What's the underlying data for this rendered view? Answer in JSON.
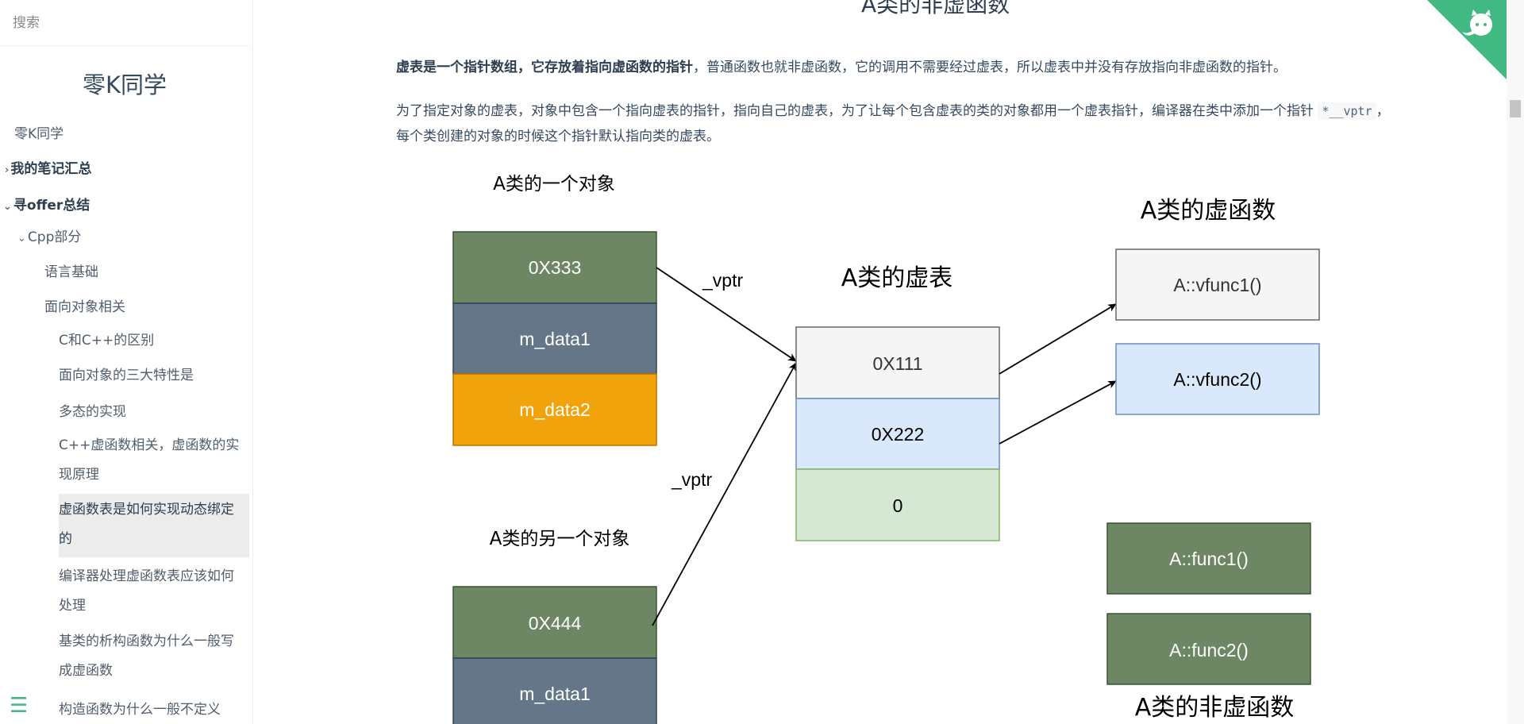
{
  "sidebar": {
    "search_placeholder": "搜索",
    "app_name": "零K同学",
    "items": [
      {
        "label": "零K同学"
      },
      {
        "label": "我的笔记汇总"
      },
      {
        "label": "寻offer总结"
      },
      {
        "label": "Cpp部分"
      },
      {
        "label": "语言基础"
      },
      {
        "label": "面向对象相关"
      },
      {
        "label": "C和C++的区别"
      },
      {
        "label": "面向对象的三大特性是"
      },
      {
        "label": "多态的实现"
      },
      {
        "label": "C++虚函数相关，虚函数的实现原理"
      },
      {
        "label": "虚函数表是如何实现动态绑定的"
      },
      {
        "label": "编译器处理虚函数表应该如何处理"
      },
      {
        "label": "基类的析构函数为什么一般写成虚函数"
      },
      {
        "label": "构造函数为什么一般不定义"
      }
    ]
  },
  "content": {
    "top_title_partial": "A类的非虚函数",
    "para1_bold": "虚表是一个指针数组，它存放着指向虚函数的指针",
    "para1_rest": "，普通函数也就非虚函数，它的调用不需要经过虚表，所以虚表中并没有存放指向非虚函数的指针。",
    "para2_a": "为了指定对象的虚表，对象中包含一个指向虚表的指针，指向自己的虚表，为了让每个包含虚表的类的对象都用一个虚表指针，编译器在类中添加一个指针",
    "para2_code": "*__vptr",
    "para2_b": "，每个类创建的对象的时候这个指针默认指向类的虚表。"
  },
  "diagram": {
    "object1_title": "A类的一个对象",
    "object1_cells": [
      "0X333",
      "m_data1",
      "m_data2"
    ],
    "object2_title": "A类的另一个对象",
    "object2_cells": [
      "0X444",
      "m_data1"
    ],
    "vptr_label_1": "_vptr",
    "vptr_label_2": "_vptr",
    "vtable_title": "A类的虚表",
    "vtable_cells": [
      "0X111",
      "0X222",
      "0"
    ],
    "virtual_title": "A类的虚函数",
    "virtual_funcs": [
      "A::vfunc1()",
      "A::vfunc2()"
    ],
    "nonvirtual_title": "A类的非虚函数",
    "nonvirtual_funcs": [
      "A::func1()",
      "A::func2()"
    ],
    "colors": {
      "green": "#6d8764",
      "slate": "#647687",
      "orange": "#f0a30a",
      "light_gray": "#f5f5f5",
      "light_blue": "#dae8fc",
      "light_green": "#d5e8d4",
      "corner_green": "#42b983"
    }
  }
}
